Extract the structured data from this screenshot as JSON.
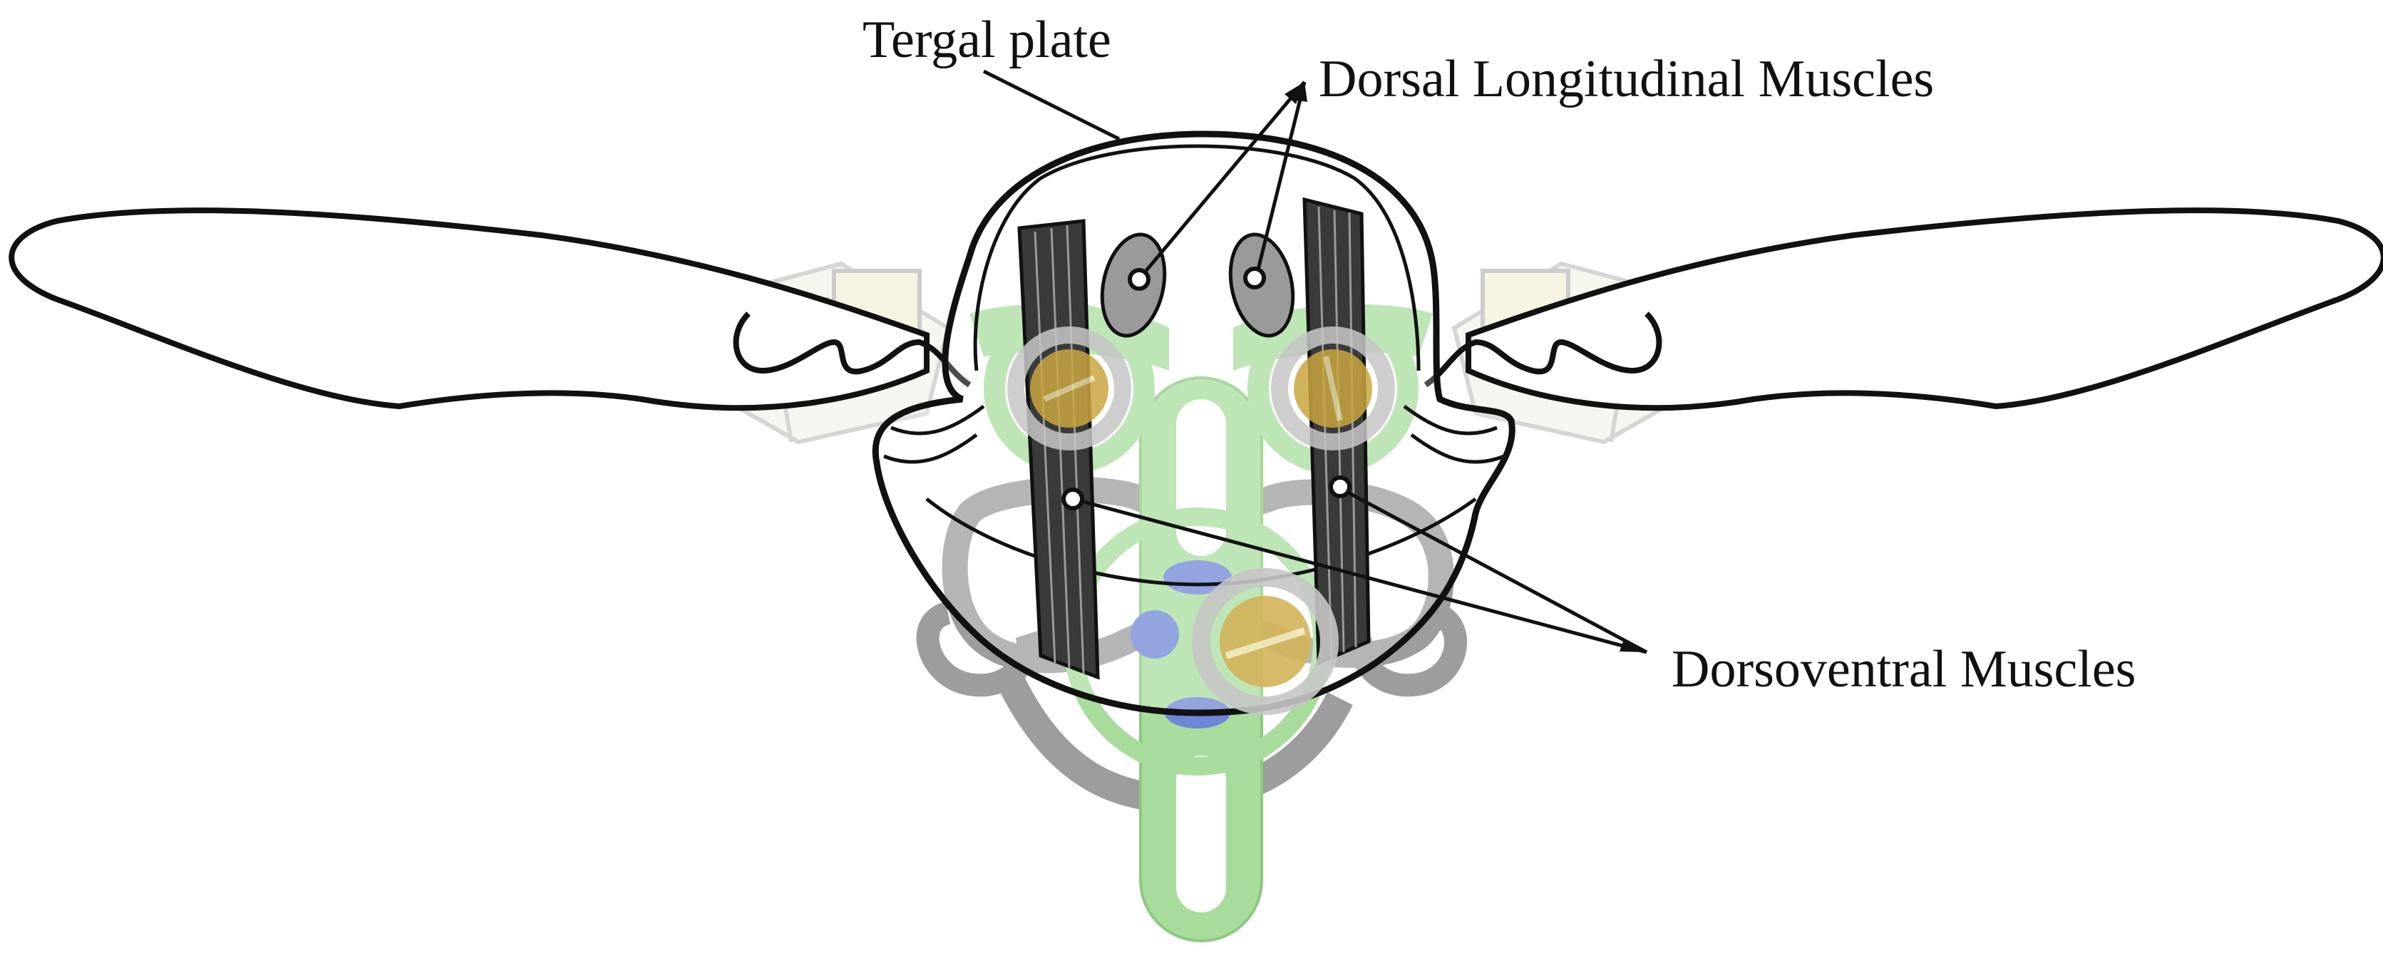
{
  "diagram": {
    "labels": {
      "tergal_plate": "Tergal plate",
      "dorsal_longitudinal": "Dorsal Longitudinal Muscles",
      "dorsoventral": "Dorsoventral Muscles"
    },
    "colors": {
      "outline": "#111111",
      "muscle": "#3a3a3a",
      "green_frame": "#9ad58f",
      "gray_frame": "#8c8c8c",
      "blue_part": "#6f86d6",
      "screw_brass": "#c9a640",
      "ghost_hinge": "#d9d9d9",
      "ghost_hinge_fill": "#f1f0e0"
    }
  }
}
